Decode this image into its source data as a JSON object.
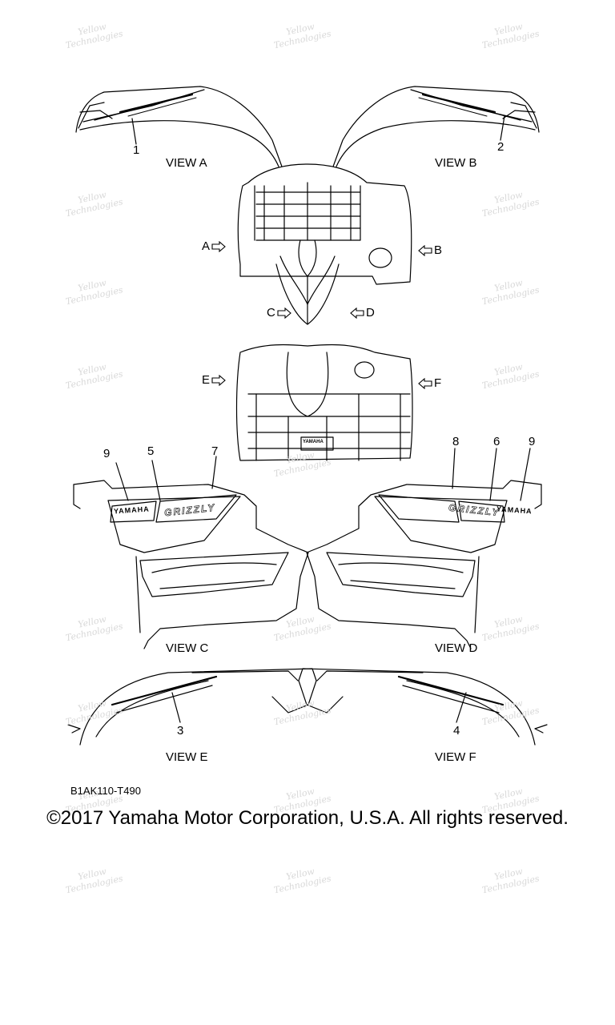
{
  "document": {
    "doc_id": "B1AK110-T490",
    "copyright": "©2017 Yamaha Motor Corporation, U.S.A. All rights reserved."
  },
  "views": {
    "a": "VIEW A",
    "b": "VIEW B",
    "c": "VIEW C",
    "d": "VIEW D",
    "e": "VIEW E",
    "f": "VIEW F"
  },
  "direction_markers": {
    "a": "A",
    "b": "B",
    "c": "C",
    "d": "D",
    "e": "E",
    "f": "F"
  },
  "callouts": {
    "n1": "1",
    "n2": "2",
    "n3": "3",
    "n4": "4",
    "n5": "5",
    "n6": "6",
    "n7": "7",
    "n8": "8",
    "n9_left": "9",
    "n9_right": "9"
  },
  "decal_text": {
    "yamaha": "YAMAHA",
    "grizzly": "GRIZZLY",
    "rear_yamaha": "YAMAHA"
  },
  "watermark": {
    "line1": "Yellow",
    "line2": "Technologies"
  }
}
